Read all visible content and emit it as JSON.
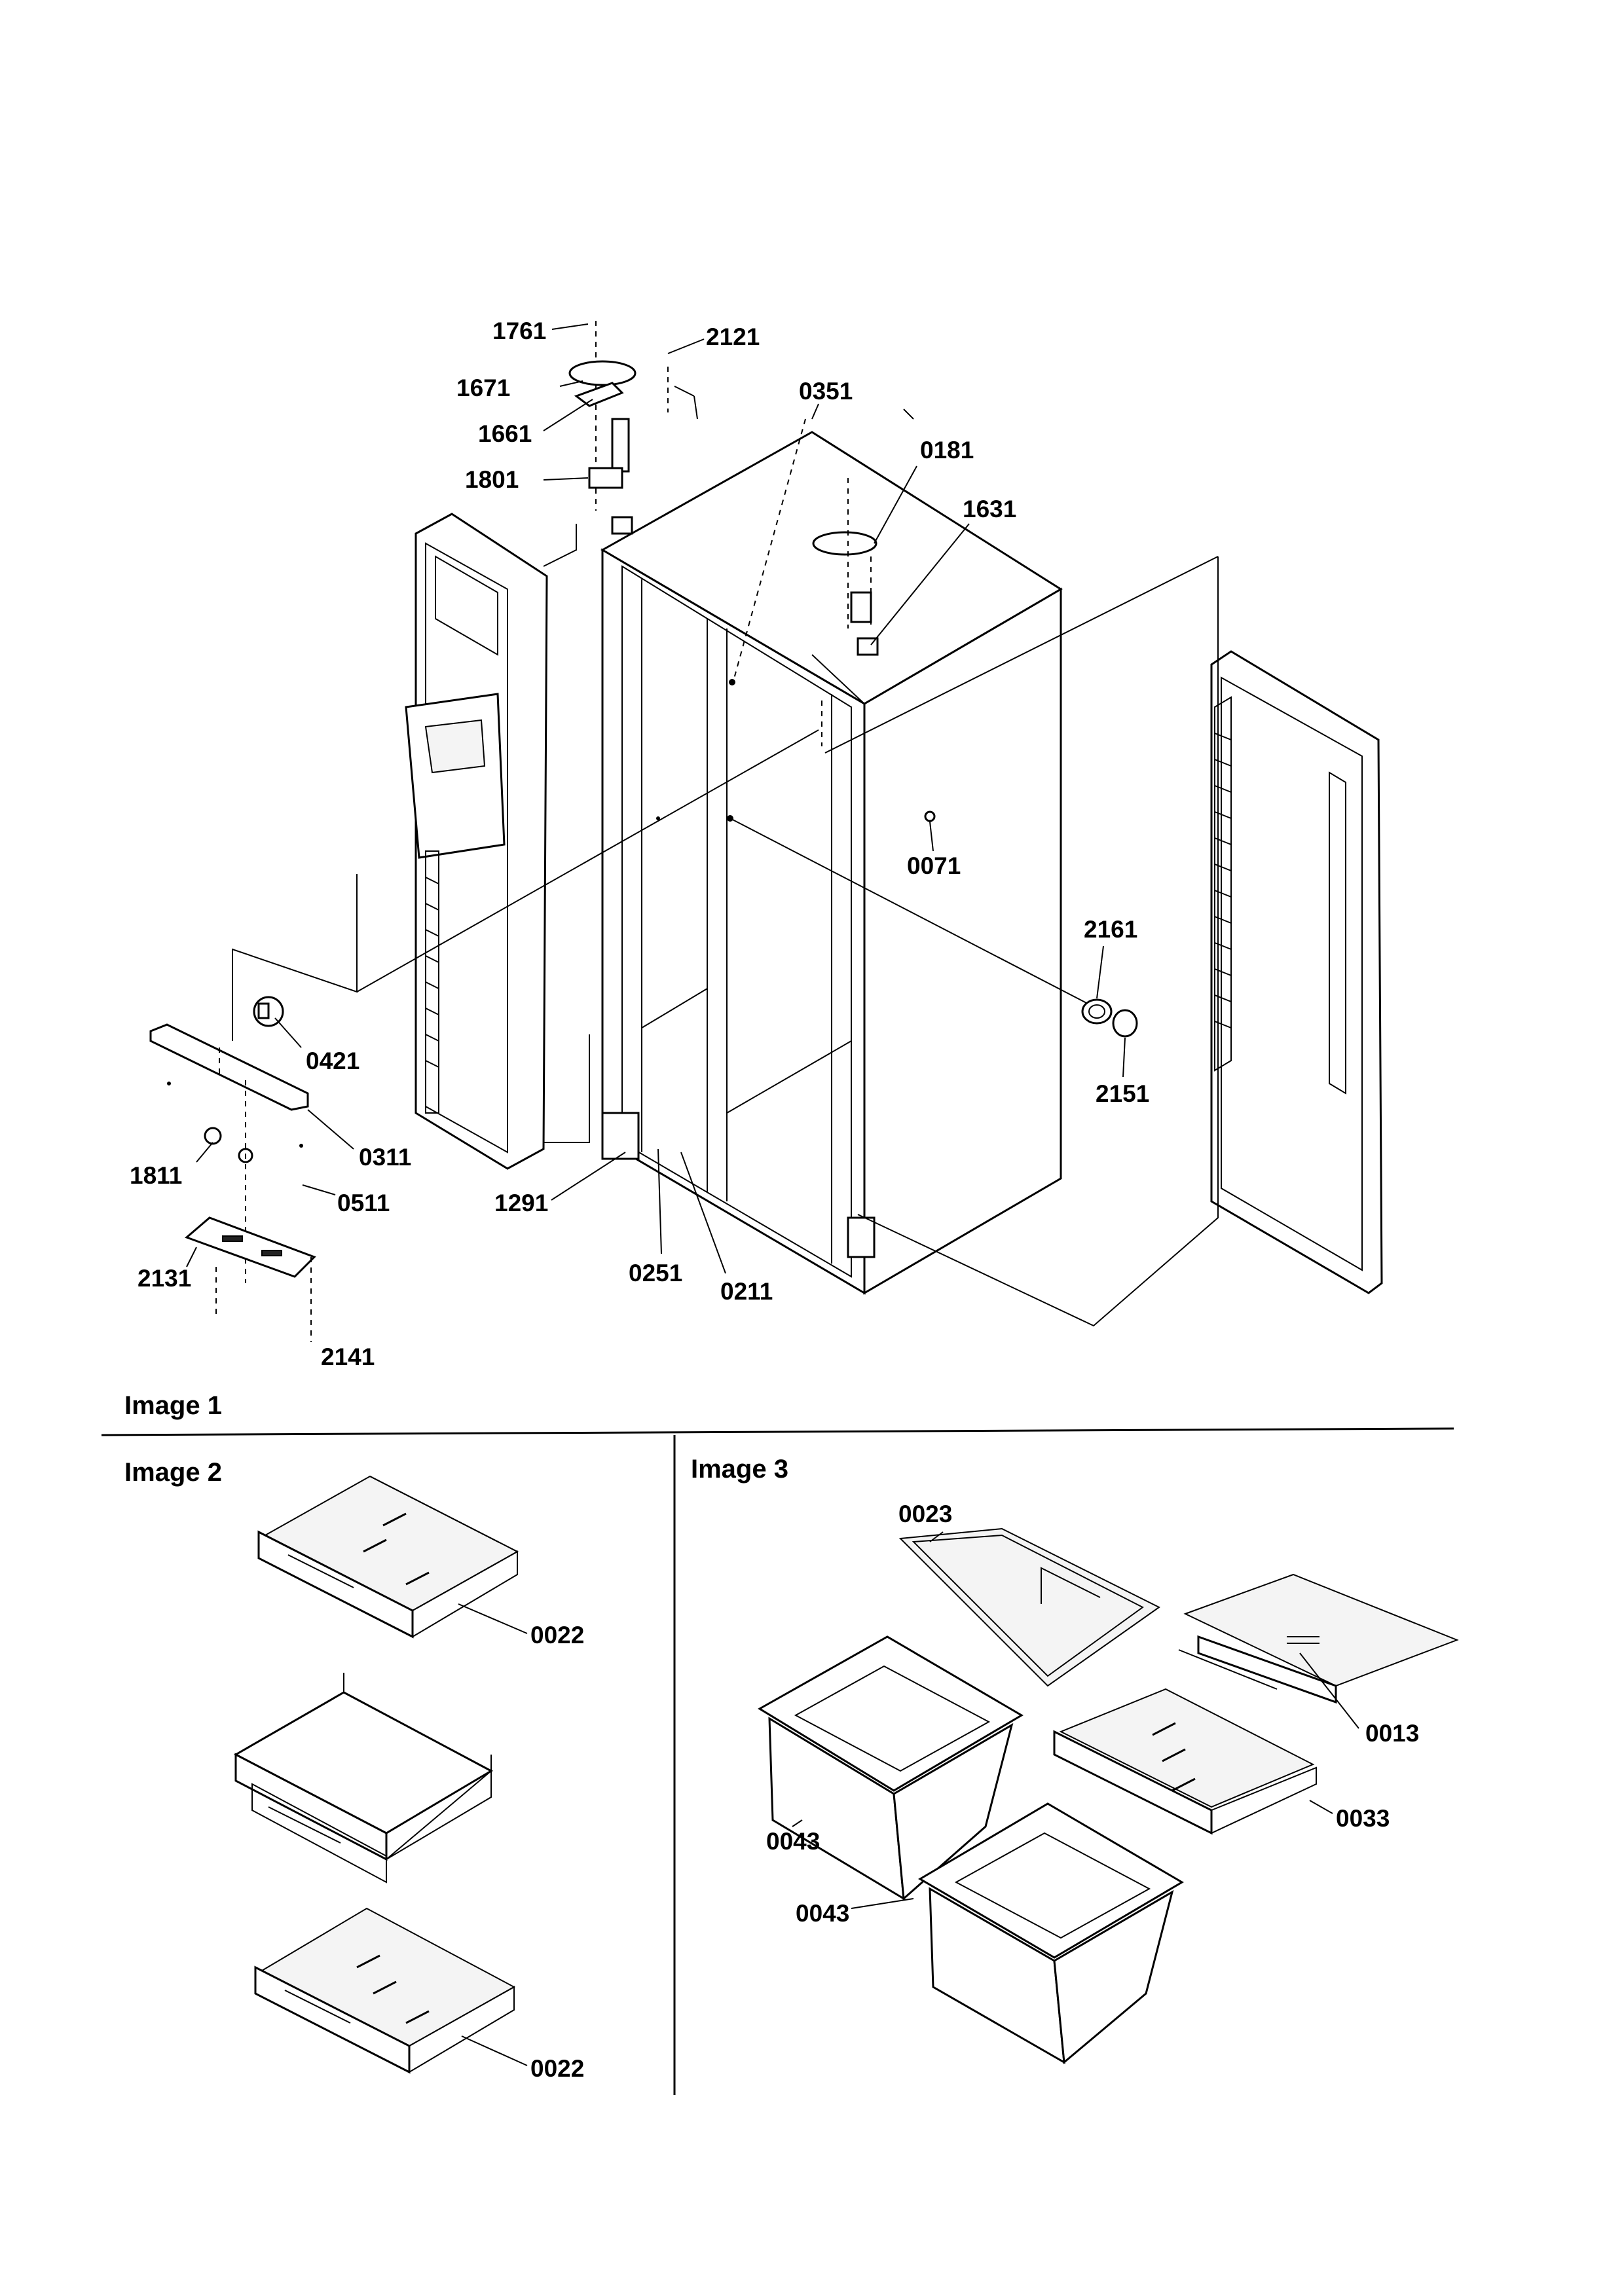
{
  "sections": {
    "image1": "Image 1",
    "image2": "Image 2",
    "image3": "Image 3"
  },
  "callouts": {
    "p1761": "1761",
    "p2121": "2121",
    "p1671": "1671",
    "p1661": "1661",
    "p0351": "0351",
    "p1801": "1801",
    "p0181": "0181",
    "p1631": "1631",
    "p0071": "0071",
    "p2161": "2161",
    "p2151": "2151",
    "p0421": "0421",
    "p0311": "0311",
    "p1811": "1811",
    "p0511": "0511",
    "p1291": "1291",
    "p0251": "0251",
    "p0211": "0211",
    "p2131": "2131",
    "p2141": "2141",
    "p0022a": "0022",
    "p0022b": "0022",
    "p0023": "0023",
    "p0013": "0013",
    "p0033": "0033",
    "p0043a": "0043",
    "p0043b": "0043"
  }
}
